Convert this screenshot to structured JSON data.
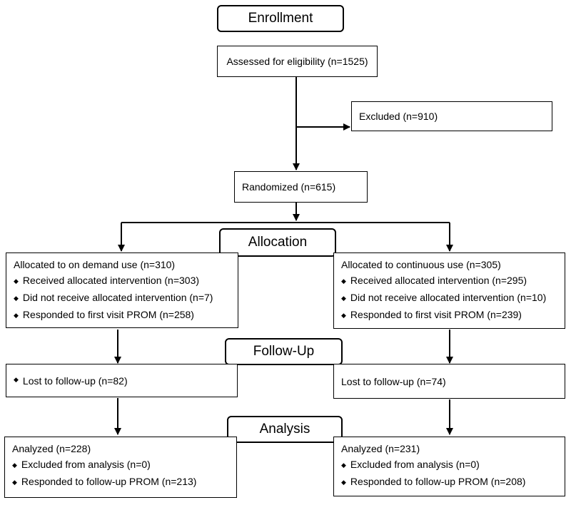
{
  "phases": {
    "enrollment": "Enrollment",
    "allocation": "Allocation",
    "follow_up": "Follow-Up",
    "analysis": "Analysis"
  },
  "bullet_glyph": "◆",
  "enrollment": {
    "assessed": "Assessed for eligibility (n=1525)",
    "excluded": "Excluded (n=910)",
    "randomized": "Randomized (n=615)"
  },
  "left": {
    "allocation": {
      "head": "Allocated to on demand use (n=310)",
      "items": [
        "Received allocated intervention (n=303)",
        "Did not receive allocated intervention (n=7)",
        "Responded to first visit PROM (n=258)"
      ]
    },
    "follow_up": {
      "items": [
        "Lost to follow-up (n=82)"
      ]
    },
    "analysis": {
      "head": "Analyzed  (n=228)",
      "items": [
        "Excluded from analysis (n=0)",
        "Responded to follow-up PROM (n=213)"
      ]
    }
  },
  "right": {
    "allocation": {
      "head": "Allocated to continuous use (n=305)",
      "items": [
        "Received allocated intervention (n=295)",
        "Did not receive allocated intervention (n=10)",
        "Responded to first visit PROM (n=239)"
      ]
    },
    "follow_up": {
      "head": "Lost to follow-up (n=74)"
    },
    "analysis": {
      "head": "Analyzed  (n=231)",
      "items": [
        "Excluded from analysis (n=0)",
        "Responded to follow-up PROM (n=208)"
      ]
    }
  }
}
